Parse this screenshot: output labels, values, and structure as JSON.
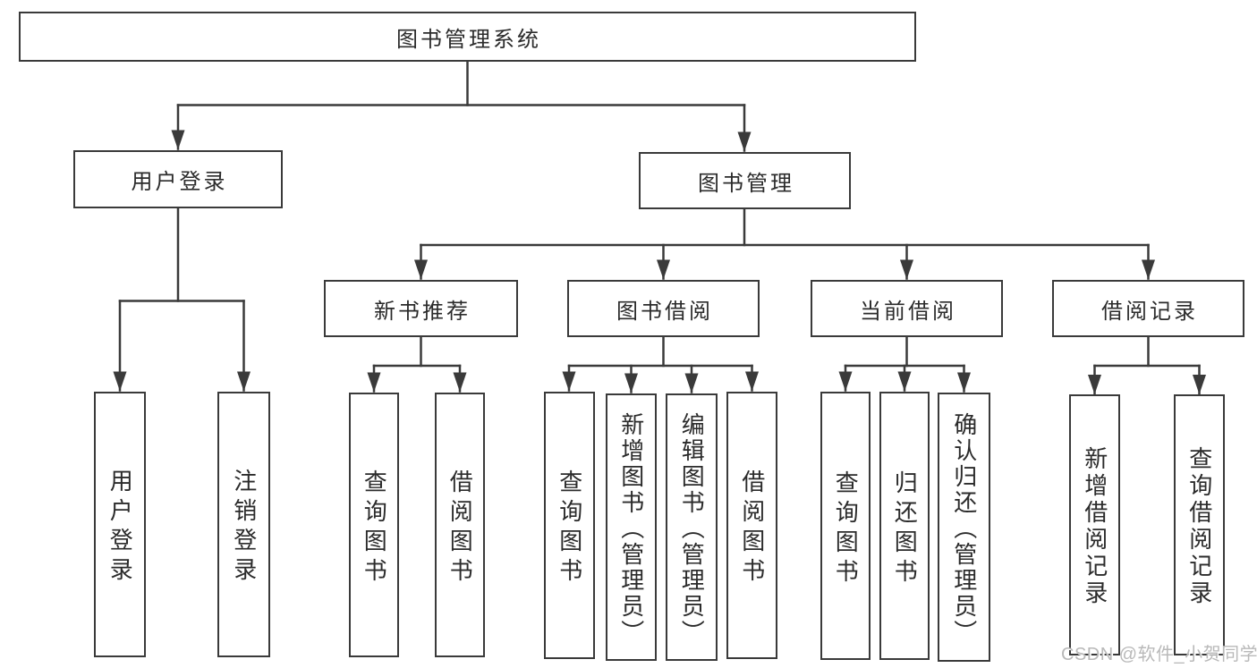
{
  "tree": {
    "root": "图书管理系统",
    "user_login": "用户登录",
    "book_mgmt": "图书管理",
    "user_login_children": {
      "login": "用户登录",
      "logout": "注销登录"
    },
    "book_mgmt_children": {
      "new_book": "新书推荐",
      "book_borrow": "图书借阅",
      "current_borrow": "当前借阅",
      "borrow_record": "借阅记录"
    },
    "new_book_children": {
      "query": "查询图书",
      "borrow": "借阅图书"
    },
    "book_borrow_children": {
      "query": "查询图书",
      "add": "新增图书（管理员）",
      "edit": "编辑图书（管理员）",
      "borrow": "借阅图书"
    },
    "current_borrow_children": {
      "query": "查询图书",
      "return": "归还图书",
      "confirm": "确认归还（管理员）"
    },
    "borrow_record_children": {
      "add": "新增借阅记录",
      "query": "查询借阅记录"
    }
  },
  "watermark": "CSDN @软件_小贺同学",
  "colors": {
    "line": "#3a3a3a",
    "text": "#2b2b2b",
    "background": "#ffffff",
    "watermark": "#b9b9b9"
  }
}
